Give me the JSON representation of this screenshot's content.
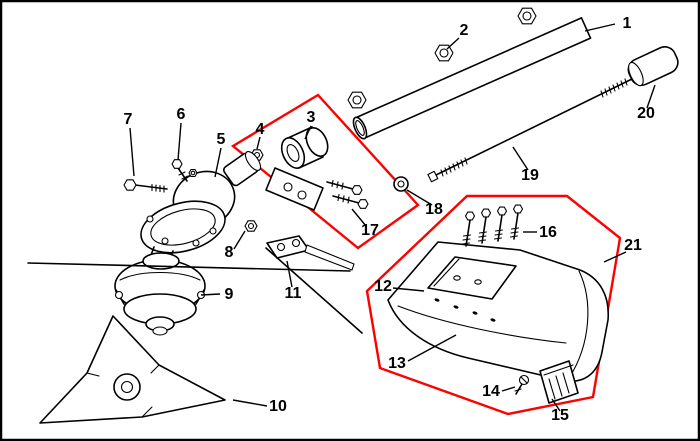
{
  "diagram": {
    "background": "#ffffff",
    "line_color": "#000000",
    "highlight_color": "#ff0000",
    "border_color": "#000000"
  },
  "callouts": [
    {
      "num": "1"
    },
    {
      "num": "2"
    },
    {
      "num": "3"
    },
    {
      "num": "4"
    },
    {
      "num": "5"
    },
    {
      "num": "6"
    },
    {
      "num": "7"
    },
    {
      "num": "8"
    },
    {
      "num": "9"
    },
    {
      "num": "10"
    },
    {
      "num": "11"
    },
    {
      "num": "12"
    },
    {
      "num": "13"
    },
    {
      "num": "14"
    },
    {
      "num": "15"
    },
    {
      "num": "16"
    },
    {
      "num": "17"
    },
    {
      "num": "18"
    },
    {
      "num": "19"
    },
    {
      "num": "20"
    },
    {
      "num": "21"
    }
  ]
}
